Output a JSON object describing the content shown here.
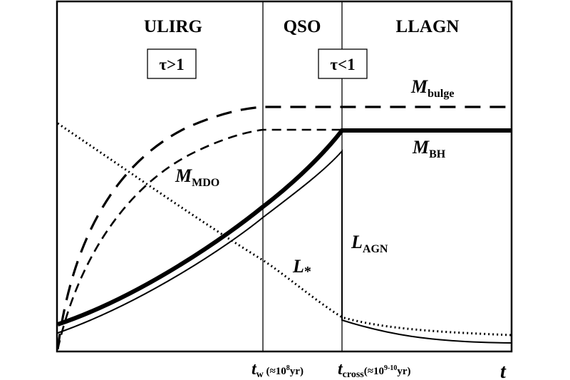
{
  "phases": {
    "ulirg": "ULIRG",
    "qso": "QSO",
    "llagn": "LLAGN"
  },
  "optical_depth": {
    "thick": "τ>1",
    "thin": "τ<1"
  },
  "curves": {
    "m_bulge": {
      "symbol": "M",
      "sub": "bulge"
    },
    "m_bh": {
      "symbol": "M",
      "sub": "BH"
    },
    "m_mdo": {
      "symbol": "M",
      "sub": "MDO"
    },
    "l_agn": {
      "symbol": "L",
      "sub": "AGN"
    },
    "l_star": {
      "symbol": "L",
      "sub": "*"
    }
  },
  "time_marks": {
    "t_w": {
      "symbol": "t",
      "sub": "w",
      "note": " (≈10",
      "exp": "8",
      "unit": "yr)"
    },
    "t_cross": {
      "symbol": "t",
      "sub": "cross",
      "note": "(≈10",
      "exp": "9-10",
      "unit": "yr)"
    }
  },
  "x_axis": {
    "label": "t"
  },
  "colors": {
    "line": "#000000",
    "background": "#ffffff"
  }
}
